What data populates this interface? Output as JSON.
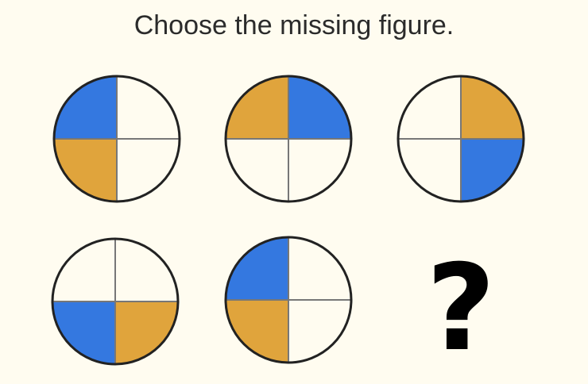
{
  "question": "Choose the missing figure.",
  "colors": {
    "background": "#fffcf0",
    "blue": "#3478e0",
    "orange": "#e0a43c",
    "empty": "#fffcf0",
    "outline": "#222222",
    "divider": "#777777"
  },
  "figures": [
    {
      "quadrants": {
        "top-left": "blue",
        "top-right": "empty",
        "bottom-right": "empty",
        "bottom-left": "orange"
      }
    },
    {
      "quadrants": {
        "top-left": "orange",
        "top-right": "blue",
        "bottom-right": "empty",
        "bottom-left": "empty"
      }
    },
    {
      "quadrants": {
        "top-left": "empty",
        "top-right": "orange",
        "bottom-right": "blue",
        "bottom-left": "empty"
      }
    },
    {
      "quadrants": {
        "top-left": "empty",
        "top-right": "empty",
        "bottom-right": "orange",
        "bottom-left": "blue"
      }
    },
    {
      "quadrants": {
        "top-left": "blue",
        "top-right": "empty",
        "bottom-right": "empty",
        "bottom-left": "orange"
      }
    }
  ],
  "missing": {
    "symbol": "?"
  }
}
